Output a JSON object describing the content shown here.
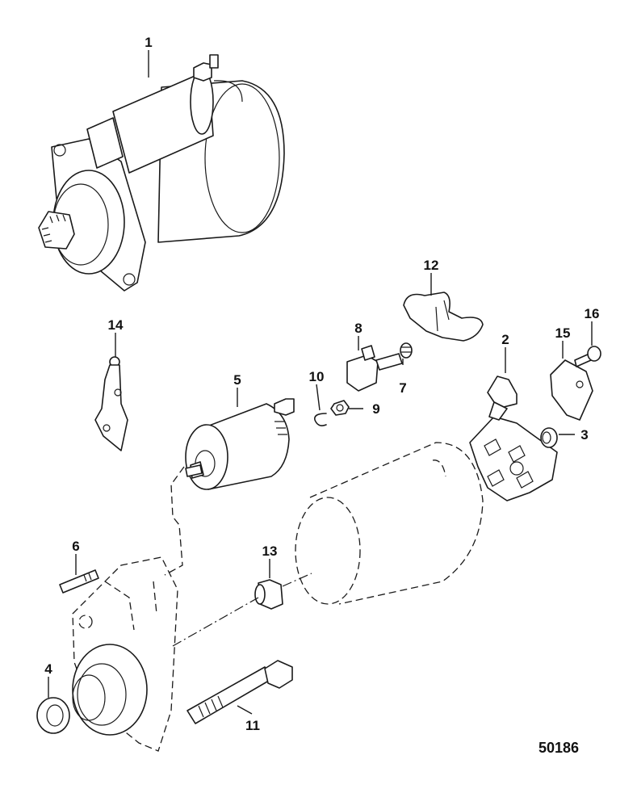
{
  "callouts": {
    "c1": "1",
    "c2": "2",
    "c3": "3",
    "c4": "4",
    "c5": "5",
    "c6": "6",
    "c7": "7",
    "c8": "8",
    "c9": "9",
    "c10": "10",
    "c11": "11",
    "c12": "12",
    "c13": "13",
    "c14": "14",
    "c15": "15",
    "c16": "16"
  },
  "figure_number": "50186",
  "colors": {
    "line": "#1a1a1a",
    "background": "#ffffff"
  }
}
